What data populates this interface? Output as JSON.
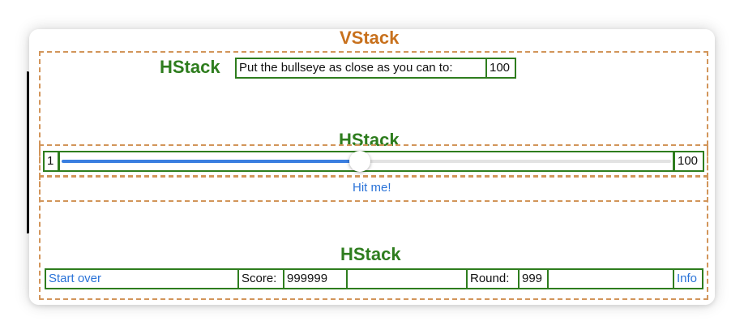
{
  "labels": {
    "vstack": "VStack",
    "hstack_top": "HStack",
    "hstack_mid": "HStack",
    "hstack_bottom": "HStack"
  },
  "target_row": {
    "prompt": "Put the bullseye as close as you can to:",
    "target_value": "100"
  },
  "slider": {
    "min_label": "1",
    "max_label": "100",
    "value_fraction": 0.49
  },
  "hit_button": "Hit me!",
  "bottom_row": {
    "start_over": "Start over",
    "score_label": "Score:",
    "score_value": "999999",
    "round_label": "Round:",
    "round_value": "999",
    "info": "Info"
  },
  "colors": {
    "vstack_label": "#c8711d",
    "hstack_label": "#2e7d1e",
    "link": "#2a73d8",
    "slider_fill": "#3a7ee0"
  }
}
